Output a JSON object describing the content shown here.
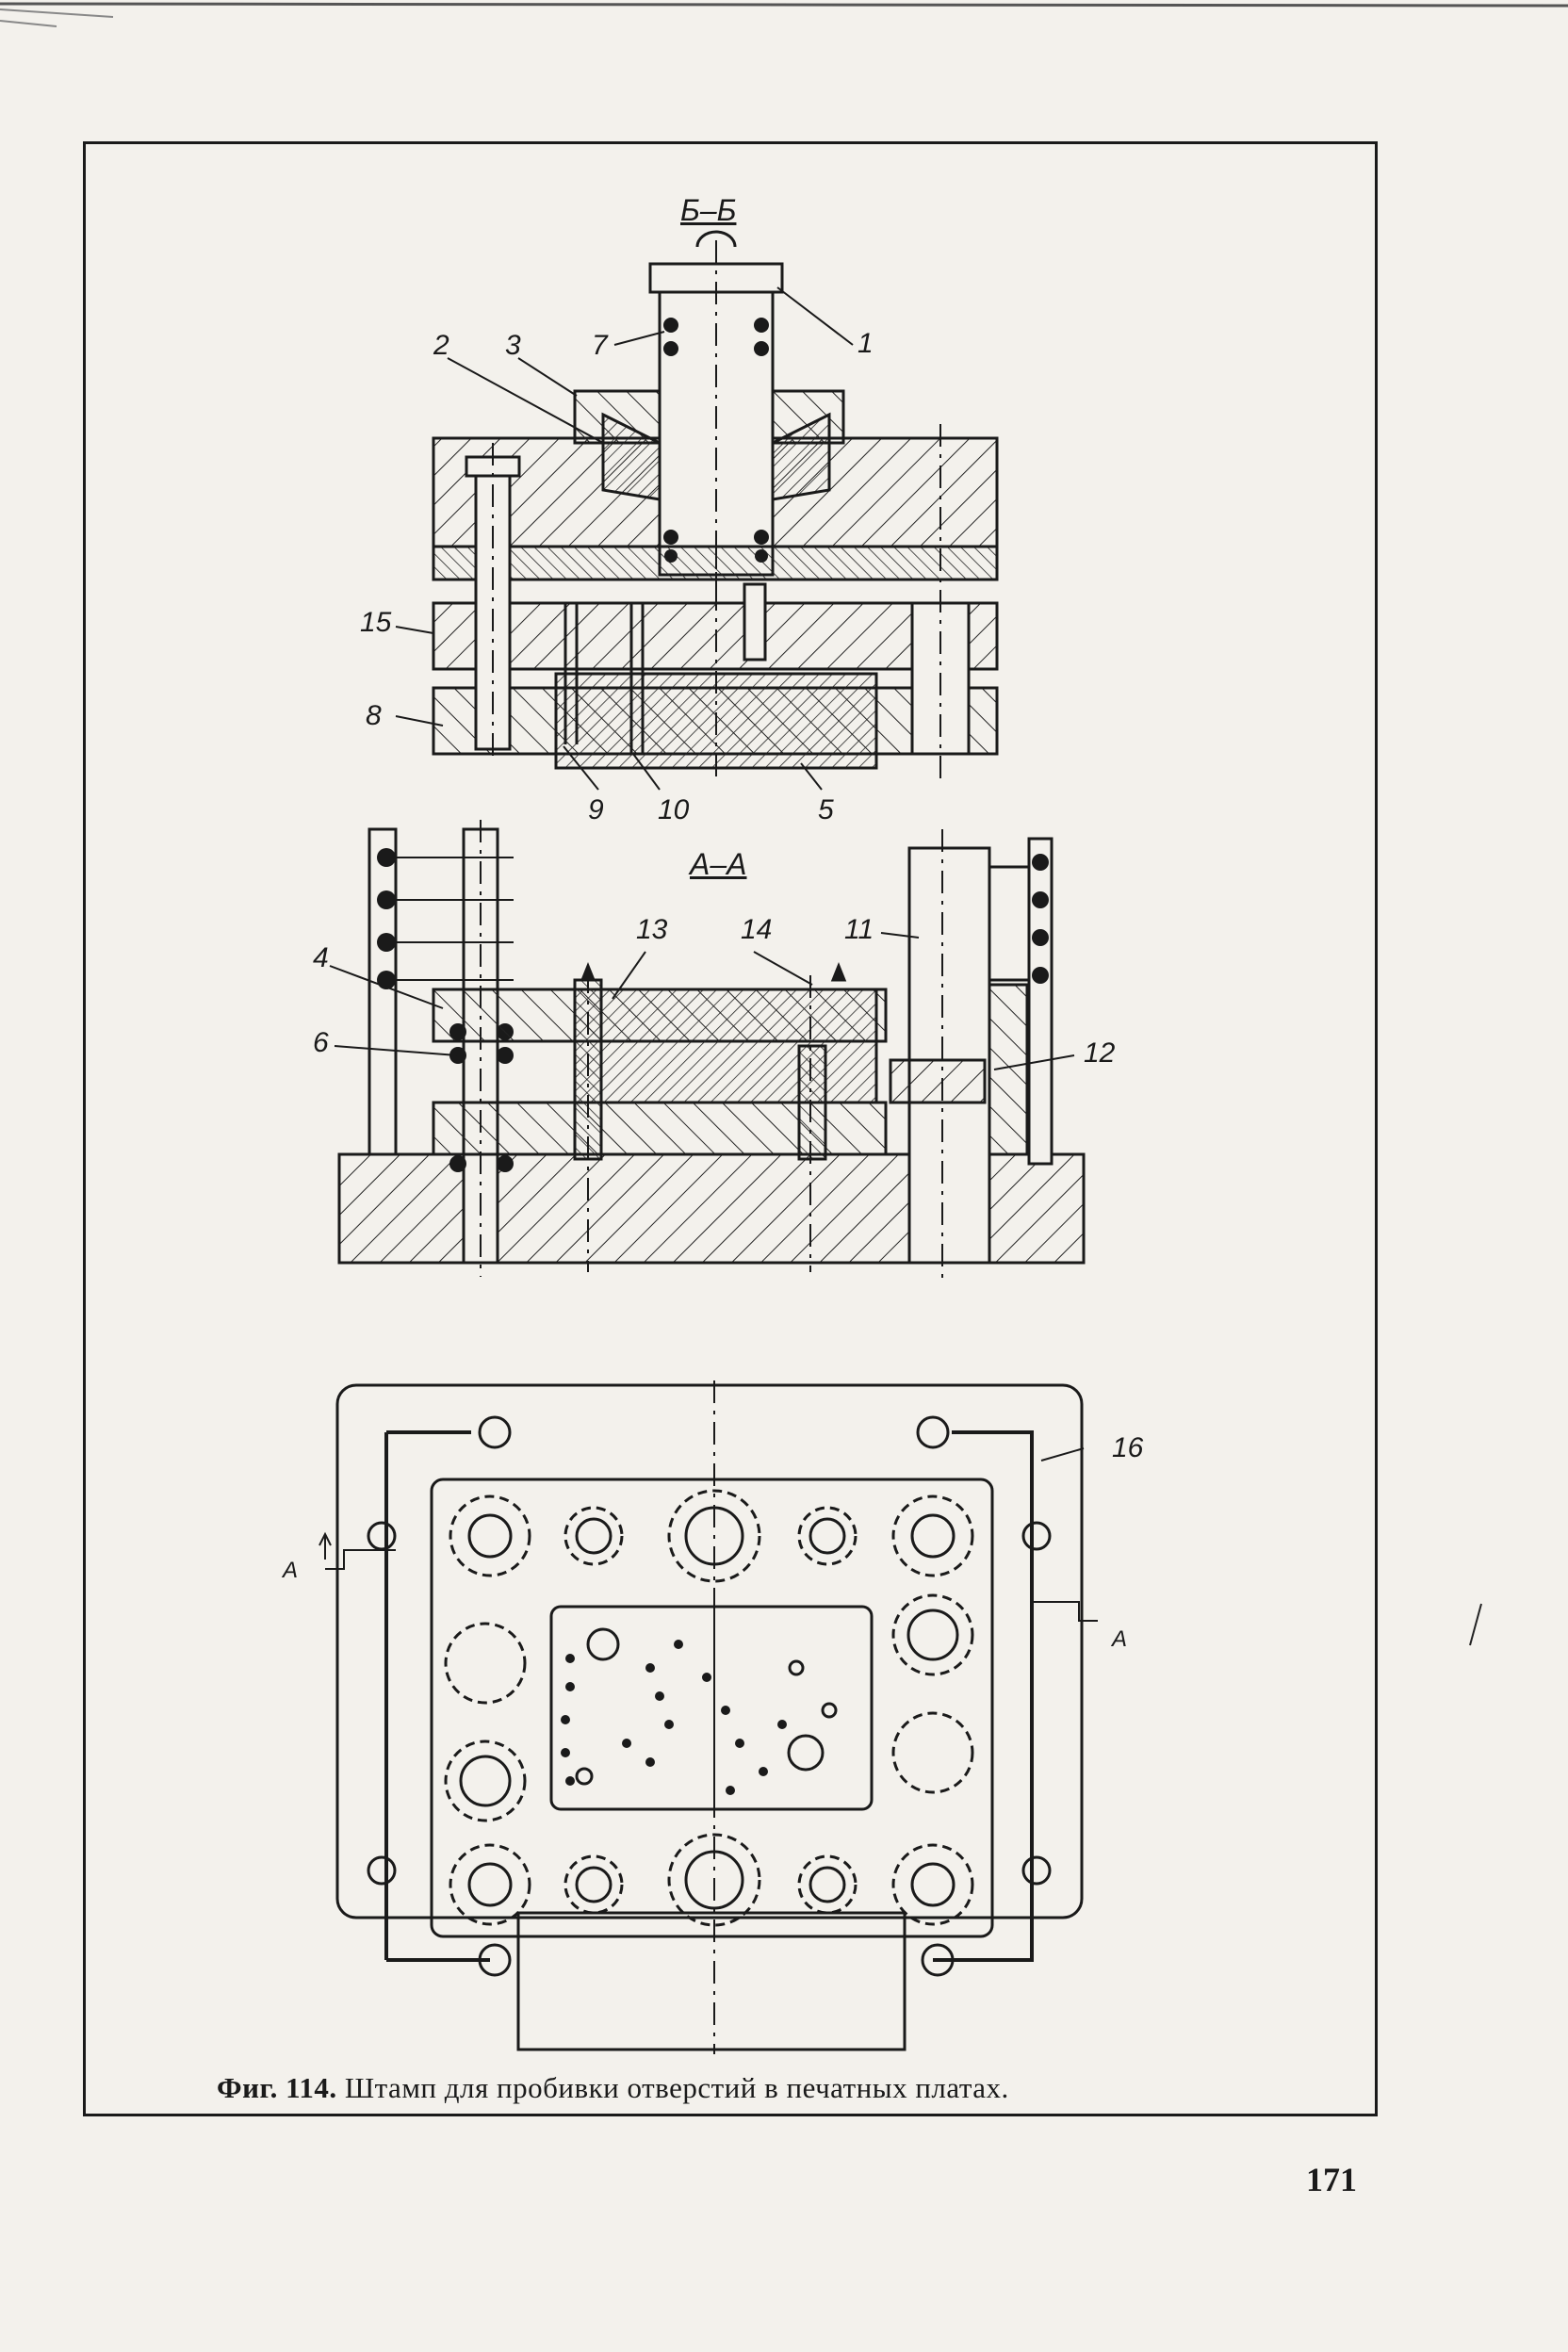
{
  "figure": {
    "sections": {
      "bb_title": "Б–Б",
      "aa_title": "А–А"
    },
    "section_marks": {
      "left": "А",
      "right": "А"
    },
    "callouts": {
      "c1": "1",
      "c2": "2",
      "c3": "3",
      "c4": "4",
      "c5": "5",
      "c6": "6",
      "c7": "7",
      "c8": "8",
      "c9": "9",
      "c10": "10",
      "c11": "11",
      "c12": "12",
      "c13": "13",
      "c14": "14",
      "c15": "15",
      "c16": "16"
    }
  },
  "caption": {
    "prefix": "Фиг. 114.",
    "text": "Штамп для пробивки отверстий в печатных платах."
  },
  "page_number": "171"
}
